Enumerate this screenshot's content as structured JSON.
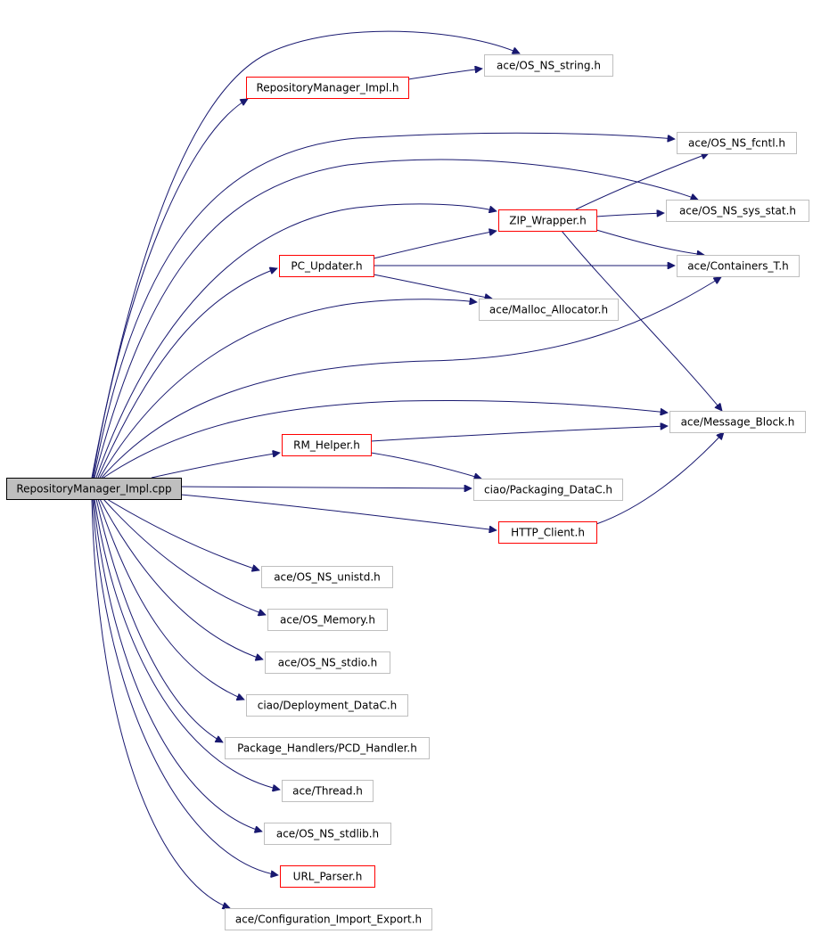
{
  "diagram": {
    "colors": {
      "edge": "#191970",
      "root_fill": "#bfbfbf",
      "root_border": "#000000",
      "documented_border": "#ff0000",
      "external_border": "#bfbfbf",
      "text": "#000000"
    },
    "nodes": [
      {
        "id": "root",
        "label": "RepositoryManager_Impl.cpp",
        "kind": "root"
      },
      {
        "id": "rmi_h",
        "label": "RepositoryManager_Impl.h",
        "kind": "documented"
      },
      {
        "id": "os_string",
        "label": "ace/OS_NS_string.h",
        "kind": "external"
      },
      {
        "id": "os_fcntl",
        "label": "ace/OS_NS_fcntl.h",
        "kind": "external"
      },
      {
        "id": "zip",
        "label": "ZIP_Wrapper.h",
        "kind": "documented"
      },
      {
        "id": "os_sysstat",
        "label": "ace/OS_NS_sys_stat.h",
        "kind": "external"
      },
      {
        "id": "pcu",
        "label": "PC_Updater.h",
        "kind": "documented"
      },
      {
        "id": "containers",
        "label": "ace/Containers_T.h",
        "kind": "external"
      },
      {
        "id": "malloc",
        "label": "ace/Malloc_Allocator.h",
        "kind": "external"
      },
      {
        "id": "msgblock",
        "label": "ace/Message_Block.h",
        "kind": "external"
      },
      {
        "id": "rmh",
        "label": "RM_Helper.h",
        "kind": "documented"
      },
      {
        "id": "pkgdata",
        "label": "ciao/Packaging_DataC.h",
        "kind": "external"
      },
      {
        "id": "http",
        "label": "HTTP_Client.h",
        "kind": "documented"
      },
      {
        "id": "unistd",
        "label": "ace/OS_NS_unistd.h",
        "kind": "external"
      },
      {
        "id": "osmem",
        "label": "ace/OS_Memory.h",
        "kind": "external"
      },
      {
        "id": "stdio",
        "label": "ace/OS_NS_stdio.h",
        "kind": "external"
      },
      {
        "id": "deploy",
        "label": "ciao/Deployment_DataC.h",
        "kind": "external"
      },
      {
        "id": "pcd",
        "label": "Package_Handlers/PCD_Handler.h",
        "kind": "external"
      },
      {
        "id": "thread",
        "label": "ace/Thread.h",
        "kind": "external"
      },
      {
        "id": "stdlib",
        "label": "ace/OS_NS_stdlib.h",
        "kind": "external"
      },
      {
        "id": "urlp",
        "label": "URL_Parser.h",
        "kind": "documented"
      },
      {
        "id": "cfgie",
        "label": "ace/Configuration_Import_Export.h",
        "kind": "external"
      }
    ],
    "edges": [
      {
        "from": "root",
        "to": "os_string"
      },
      {
        "from": "root",
        "to": "rmi_h"
      },
      {
        "from": "rmi_h",
        "to": "os_string"
      },
      {
        "from": "root",
        "to": "os_fcntl"
      },
      {
        "from": "root",
        "to": "os_sysstat"
      },
      {
        "from": "root",
        "to": "zip"
      },
      {
        "from": "root",
        "to": "pcu"
      },
      {
        "from": "root",
        "to": "malloc"
      },
      {
        "from": "root",
        "to": "containers"
      },
      {
        "from": "root",
        "to": "msgblock"
      },
      {
        "from": "root",
        "to": "rmh"
      },
      {
        "from": "root",
        "to": "pkgdata"
      },
      {
        "from": "root",
        "to": "http"
      },
      {
        "from": "root",
        "to": "unistd"
      },
      {
        "from": "root",
        "to": "osmem"
      },
      {
        "from": "root",
        "to": "stdio"
      },
      {
        "from": "root",
        "to": "deploy"
      },
      {
        "from": "root",
        "to": "pcd"
      },
      {
        "from": "root",
        "to": "thread"
      },
      {
        "from": "root",
        "to": "stdlib"
      },
      {
        "from": "root",
        "to": "urlp"
      },
      {
        "from": "root",
        "to": "cfgie"
      },
      {
        "from": "zip",
        "to": "os_fcntl"
      },
      {
        "from": "zip",
        "to": "os_sysstat"
      },
      {
        "from": "zip",
        "to": "containers"
      },
      {
        "from": "zip",
        "to": "msgblock"
      },
      {
        "from": "pcu",
        "to": "zip"
      },
      {
        "from": "pcu",
        "to": "containers"
      },
      {
        "from": "pcu",
        "to": "malloc"
      },
      {
        "from": "rmh",
        "to": "msgblock"
      },
      {
        "from": "rmh",
        "to": "pkgdata"
      },
      {
        "from": "http",
        "to": "msgblock"
      }
    ]
  }
}
